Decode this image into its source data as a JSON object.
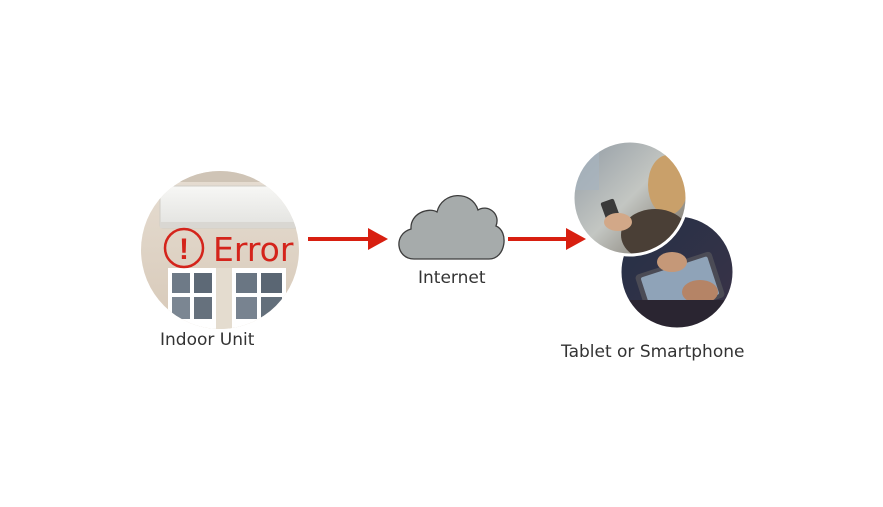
{
  "nodes": {
    "indoor_unit": {
      "label": "Indoor Unit",
      "error_text": "Error",
      "error_symbol": "!",
      "icon": "air-conditioner-photo"
    },
    "internet": {
      "label": "Internet",
      "icon": "cloud-icon"
    },
    "device": {
      "label": "Tablet or Smartphone",
      "icons": [
        "smartphone-user-photo",
        "tablet-user-photo"
      ]
    }
  },
  "edges": [
    {
      "from": "indoor_unit",
      "to": "internet"
    },
    {
      "from": "internet",
      "to": "device"
    }
  ],
  "colors": {
    "error_red": "#d4241b",
    "arrow_red": "#d81f10",
    "cloud_fill": "#a6abab",
    "cloud_stroke": "#3d3d3d",
    "label_text": "#333333"
  }
}
